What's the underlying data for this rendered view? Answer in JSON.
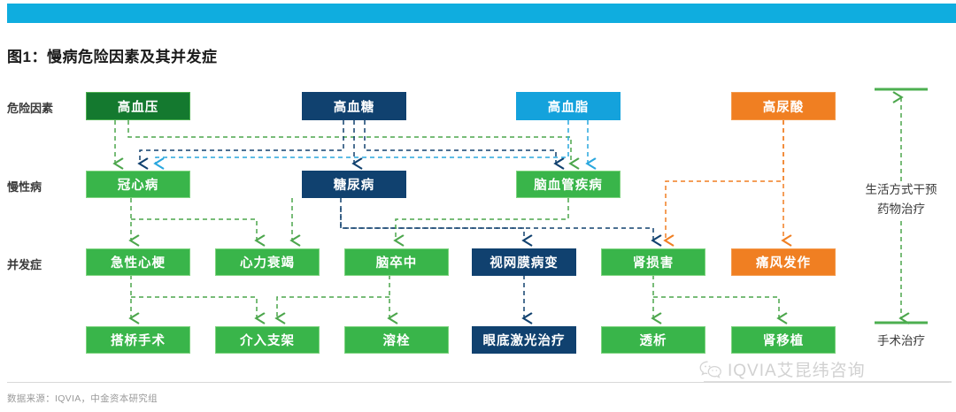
{
  "header": {
    "bar_color": "#0FADDF",
    "title": "图1：慢病危险因素及其并发症"
  },
  "row_labels": [
    {
      "key": "risk",
      "label": "危险因素"
    },
    {
      "key": "chronic",
      "label": "慢性病"
    },
    {
      "key": "complication",
      "label": "并发症"
    }
  ],
  "nodes": {
    "risk": [
      {
        "id": "hypertension",
        "label": "高血压",
        "color": "#14792F"
      },
      {
        "id": "hyperglycemia",
        "label": "高血糖",
        "color": "#10416F"
      },
      {
        "id": "hyperlipidemia",
        "label": "高血脂",
        "color": "#14A2DC"
      },
      {
        "id": "hyperuricemia",
        "label": "高尿酸",
        "color": "#F07F22"
      }
    ],
    "chronic": [
      {
        "id": "chd",
        "label": "冠心病",
        "color": "#39B54A"
      },
      {
        "id": "diabetes",
        "label": "糖尿病",
        "color": "#10416F"
      },
      {
        "id": "cerebrovasc",
        "label": "脑血管疾病",
        "color": "#39B54A"
      }
    ],
    "complication": [
      {
        "id": "ami",
        "label": "急性心梗",
        "color": "#39B54A"
      },
      {
        "id": "heartfailure",
        "label": "心力衰竭",
        "color": "#39B54A"
      },
      {
        "id": "stroke",
        "label": "脑卒中",
        "color": "#39B54A"
      },
      {
        "id": "retinopathy",
        "label": "视网膜病变",
        "color": "#10416F"
      },
      {
        "id": "kidney",
        "label": "肾损害",
        "color": "#39B54A"
      },
      {
        "id": "gout",
        "label": "痛风发作",
        "color": "#F07F22"
      }
    ],
    "treatment": [
      {
        "id": "cabg",
        "label": "搭桥手术",
        "color": "#39B54A"
      },
      {
        "id": "stent",
        "label": "介入支架",
        "color": "#39B54A"
      },
      {
        "id": "thrombolys",
        "label": "溶栓",
        "color": "#39B54A"
      },
      {
        "id": "laser",
        "label": "眼底激光治疗",
        "color": "#10416F"
      },
      {
        "id": "dialysis",
        "label": "透析",
        "color": "#39B54A"
      },
      {
        "id": "transplant",
        "label": "肾移植",
        "color": "#39B54A"
      }
    ]
  },
  "side_panel": {
    "lifestyle_line1": "生活方式干预",
    "lifestyle_line2": "药物治疗",
    "surgery": "手术治疗",
    "bar_color": "#4CAF50"
  },
  "edge_colors": {
    "green": "#4CA64C",
    "navy": "#10416F",
    "blue": "#29A7DE",
    "orange": "#F07F22",
    "mid_green": "#5BB75B"
  },
  "footer": {
    "source": "数据来源：IQVIA，中金资本研究组"
  },
  "watermark": {
    "icon": "wechat-icon",
    "text": "IQVIA艾昆纬咨询"
  }
}
